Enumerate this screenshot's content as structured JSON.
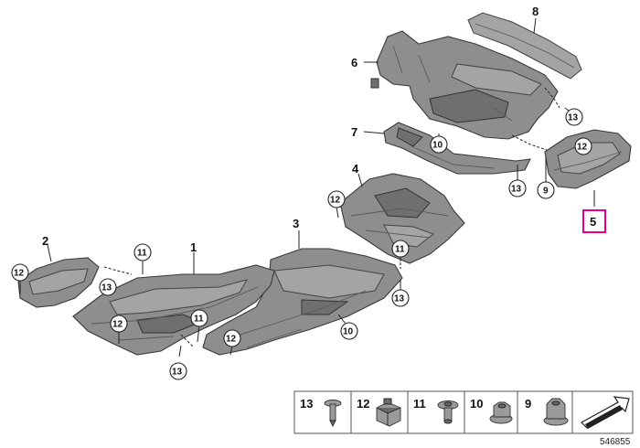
{
  "diagram_id": "546855",
  "highlight_color": "#e4008c",
  "parts": [
    {
      "key": "p1",
      "label": "1"
    },
    {
      "key": "p2",
      "label": "2"
    },
    {
      "key": "p3",
      "label": "3"
    },
    {
      "key": "p4",
      "label": "4"
    },
    {
      "key": "p5",
      "label": "5",
      "highlighted": true
    },
    {
      "key": "p6",
      "label": "6"
    },
    {
      "key": "p7",
      "label": "7"
    },
    {
      "key": "p8",
      "label": "8"
    }
  ],
  "callouts": {
    "c9": "9",
    "c10": "10",
    "c11": "11",
    "c12": "12",
    "c13": "13"
  },
  "legend": [
    {
      "label": "13",
      "icon": "rivet-icon"
    },
    {
      "label": "12",
      "icon": "clip-nut-icon"
    },
    {
      "label": "11",
      "icon": "plastic-rivet-icon"
    },
    {
      "label": "10",
      "icon": "flange-nut-icon"
    },
    {
      "label": "9",
      "icon": "collar-nut-icon"
    },
    {
      "label": "",
      "icon": "direction-arrow-icon"
    }
  ]
}
